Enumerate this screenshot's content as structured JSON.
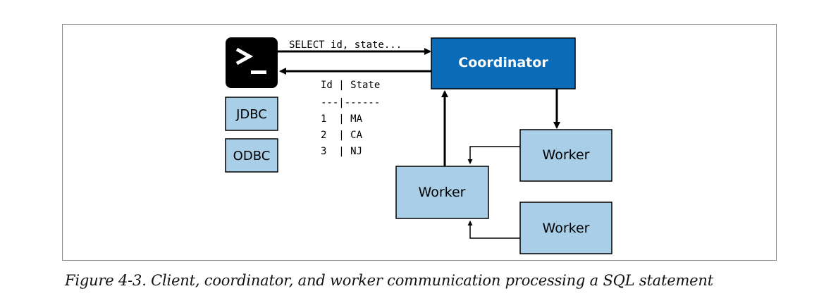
{
  "colors": {
    "coordinator_fill": "#0a6bb8",
    "box_fill": "#a9cfe8",
    "terminal_fill": "#000000",
    "line": "#000000"
  },
  "terminal": {
    "glyph": ">_",
    "icon": "terminal-icon"
  },
  "drivers": [
    "JDBC",
    "ODBC"
  ],
  "query": "SELECT id, state...",
  "result_table": {
    "lines": [
      "Id | State",
      "---|------",
      "1  | MA",
      "2  | CA",
      "3  | NJ"
    ]
  },
  "coordinator": {
    "label": "Coordinator"
  },
  "workers": {
    "top_right": "Worker",
    "center": "Worker",
    "bottom_right": "Worker"
  },
  "caption": "Figure 4-3. Client, coordinator, and worker communication processing a SQL statement"
}
